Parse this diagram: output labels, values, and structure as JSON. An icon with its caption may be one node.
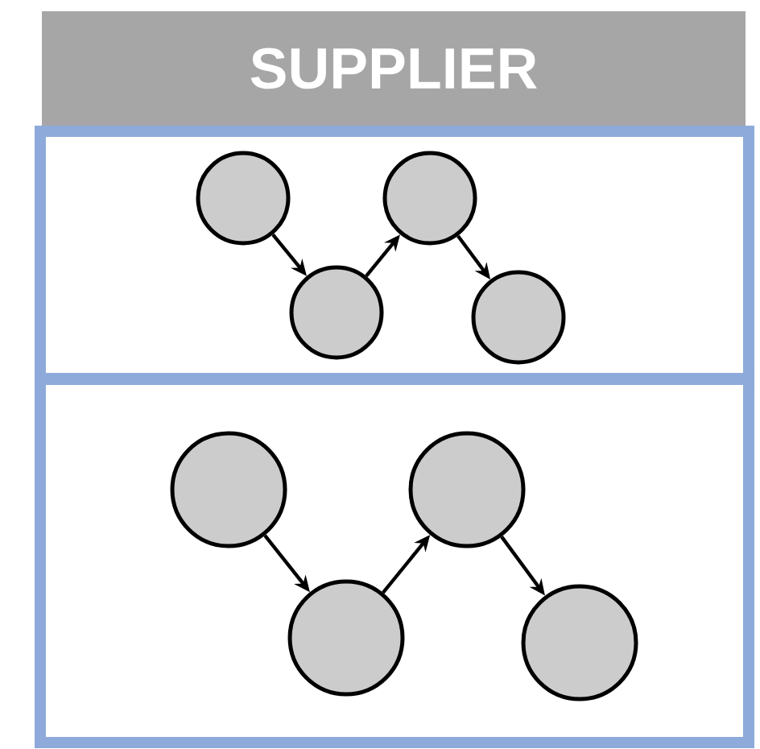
{
  "diagram": {
    "nodes": [
      {
        "text": [
          "SUPPLIER"
        ]
      },
      {
        "text": [],
        "shape": "box"
      },
      {
        "text": [],
        "shape": "box"
      },
      {
        "text": [],
        "shape": "circle",
        "in": 1
      },
      {
        "text": [],
        "shape": "circle",
        "in": 1
      },
      {
        "text": [],
        "shape": "circle",
        "in": 1
      },
      {
        "text": [],
        "shape": "circle",
        "in": 1
      },
      {
        "text": [],
        "shape": "circle",
        "in": 2
      },
      {
        "text": [],
        "shape": "circle",
        "in": 2
      },
      {
        "text": [],
        "shape": "circle",
        "in": 2
      },
      {
        "text": [],
        "shape": "circle",
        "in": 2
      }
    ],
    "edges": [
      {
        "from": 3,
        "to": 4,
        "arrow": "to"
      },
      {
        "from": 4,
        "to": 5,
        "arrow": "to"
      },
      {
        "from": 5,
        "to": 6,
        "arrow": "to"
      },
      {
        "from": 7,
        "to": 8,
        "arrow": "to"
      },
      {
        "from": 8,
        "to": 9,
        "arrow": "to"
      },
      {
        "from": 9,
        "to": 10,
        "arrow": "to"
      }
    ]
  }
}
